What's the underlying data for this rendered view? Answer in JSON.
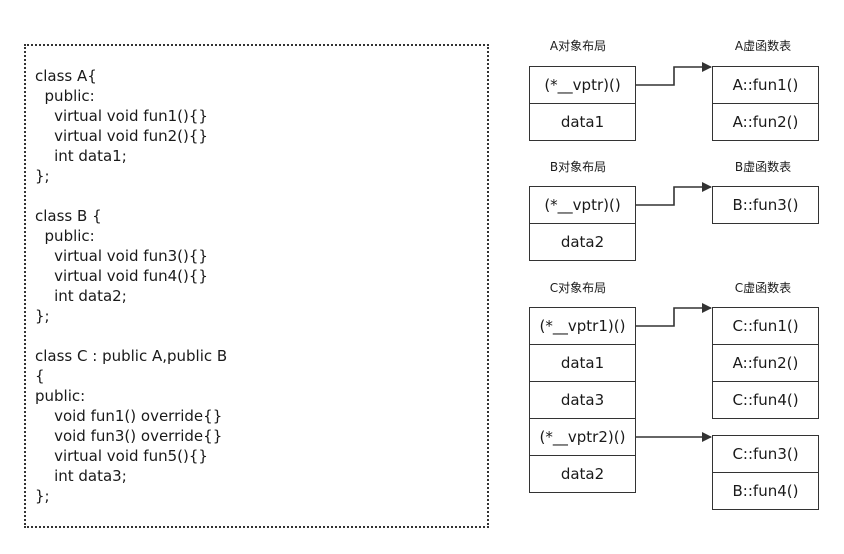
{
  "code_lines": [
    "class A{",
    "  public:",
    "    virtual void fun1(){}",
    "    virtual void fun2(){}",
    "    int data1;",
    "};",
    "",
    "class B {",
    "  public:",
    "    virtual void fun3(){}",
    "    virtual void fun4(){}",
    "    int data2;",
    "};",
    "",
    "class C : public A,public B",
    "{",
    "public:",
    "    void fun1() override{}",
    "    void fun3() override{}",
    "    virtual void fun5(){}",
    "    int data3;",
    "};"
  ],
  "diagrams": {
    "a_layout": {
      "title": "A对象布局",
      "cells": [
        "(*__vptr)()",
        "data1"
      ]
    },
    "a_vtable": {
      "title": "A虚函数表",
      "cells": [
        "A::fun1()",
        "A::fun2()"
      ]
    },
    "b_layout": {
      "title": "B对象布局",
      "cells": [
        "(*__vptr)()",
        "data2"
      ]
    },
    "b_vtable": {
      "title": "B虚函数表",
      "cells": [
        "B::fun3()"
      ]
    },
    "c_layout": {
      "title": "C对象布局",
      "cells": [
        "(*__vptr1)()",
        "data1",
        "data3",
        "(*__vptr2)()",
        "data2"
      ]
    },
    "c_vtable": {
      "title": "C虚函数表",
      "cells": [
        "C::fun1()",
        "A::fun2()",
        "C::fun4()"
      ]
    },
    "c_vtable2": {
      "cells": [
        "C::fun3()",
        "B::fun4()"
      ]
    }
  }
}
